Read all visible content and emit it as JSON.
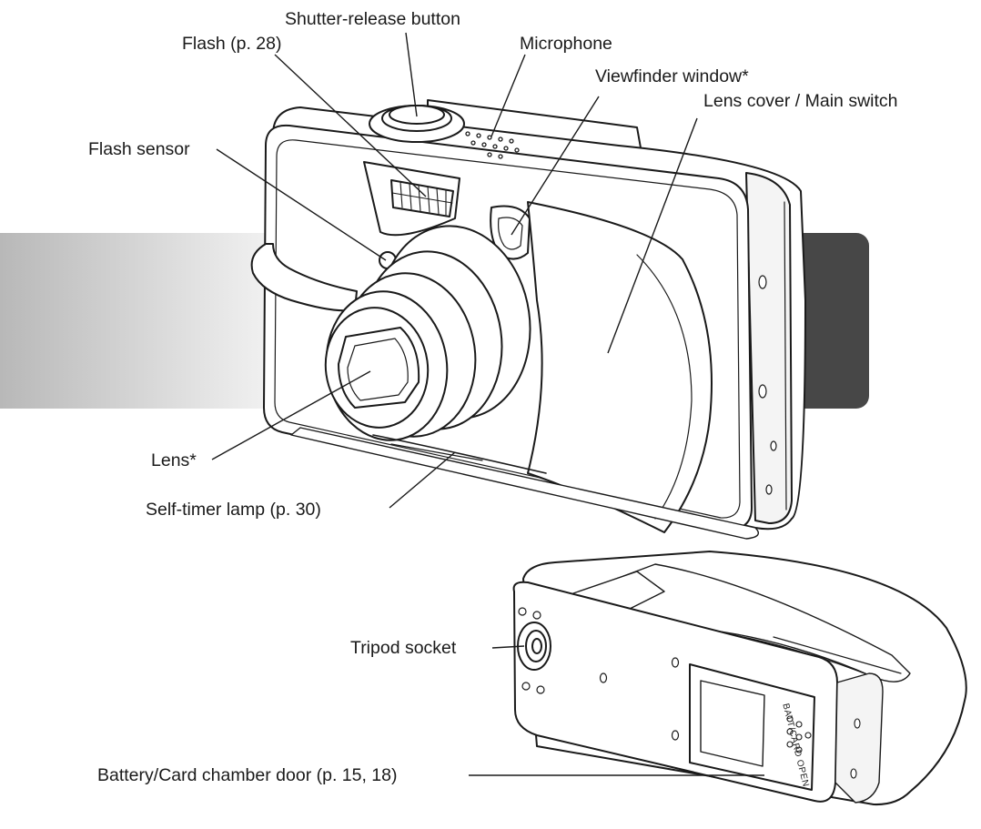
{
  "labels": {
    "shutter_release": "Shutter-release button",
    "flash": "Flash (p. 28)",
    "microphone": "Microphone",
    "viewfinder": "Viewfinder window*",
    "lens_cover": "Lens cover / Main switch",
    "flash_sensor": "Flash sensor",
    "lens": "Lens*",
    "self_timer": "Self-timer lamp (p. 30)",
    "tripod_socket": "Tripod socket",
    "battery_door": "Battery/Card chamber door (p. 15, 18)"
  },
  "door_marking": "BATT/CARD OPEN",
  "colors": {
    "band_left_start": "#b8b8b8",
    "band_left_end": "#f2f2f2",
    "band_right": "#474747",
    "line": "#1a1a1a"
  }
}
